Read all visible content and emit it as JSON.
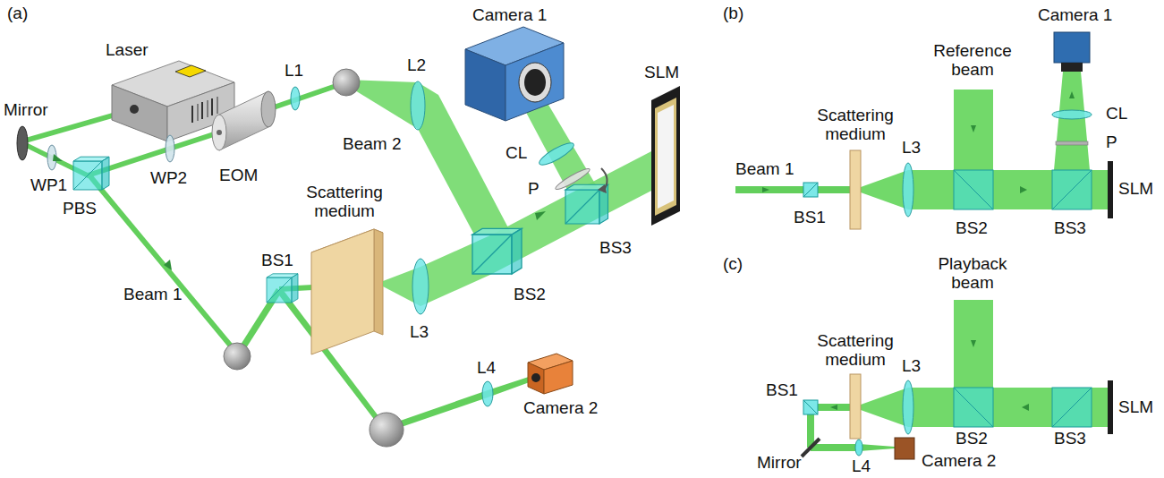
{
  "diagram": {
    "labels": [
      "(a)",
      "Camera 1",
      "Laser",
      "L1",
      "L2",
      "CL",
      "SLM",
      "Mirror",
      "EOM",
      "P",
      "Beam 2",
      "WP2",
      "BS3",
      "WP1",
      "PBS",
      "Scattering medium",
      "BS2",
      "BS1",
      "Beam 1",
      "L3",
      "L4",
      "Camera 2",
      "(b)",
      "Camera 1",
      "Reference beam",
      "CL",
      "P",
      "Scattering medium",
      "L3",
      "Beam 1",
      "BS1",
      "BS2",
      "BS3",
      "SLM",
      "(c)",
      "Playback beam",
      "Scattering medium",
      "L3",
      "BS1",
      "BS2",
      "BS3",
      "SLM",
      "Mirror",
      "L4",
      "Camera 2"
    ]
  }
}
